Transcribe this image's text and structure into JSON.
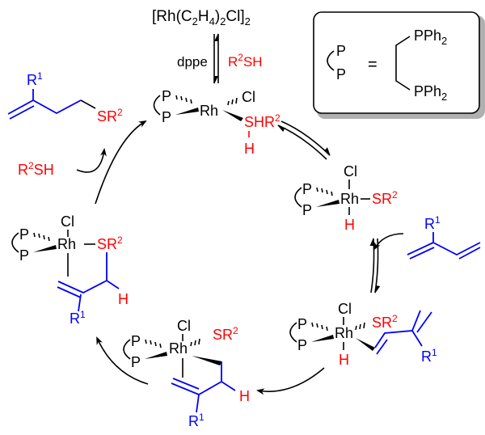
{
  "title": "Rh-catalyzed hydrothiolation of 1,3-dienes catalytic cycle",
  "colors": {
    "ink": "#000000",
    "sulfur_group": "#ff0000",
    "diene_fragment": "#0000ff",
    "legend_shadow": "#b0b0b0"
  },
  "precatalyst": {
    "base": "[Rh(C",
    "s1": "2",
    "mid": "H",
    "s2": "4",
    "close1": ")",
    "s3": "2",
    "tail": "Cl]",
    "s4": "2"
  },
  "reagents": {
    "ligand": "dppe",
    "thiol_R": "R",
    "thiol_sup": "2",
    "thiol_SH": "SH"
  },
  "legend": {
    "P": "P",
    "equals": "=",
    "PPh": "PPh",
    "sub": "2"
  },
  "complexes": {
    "c1": {
      "Rh": "Rh",
      "Cl": "Cl",
      "P": "P",
      "S": "S",
      "HR": "HR",
      "sup": "2",
      "H": "H"
    },
    "c2": {
      "Rh": "Rh",
      "Cl": "Cl",
      "P": "P",
      "SR": "SR",
      "sup": "2",
      "H": "H"
    },
    "c3": {
      "Rh": "Rh",
      "Cl": "Cl",
      "P": "P",
      "SR": "SR",
      "sup": "2",
      "H": "H",
      "R": "R",
      "rsup": "1"
    },
    "c4": {
      "Rh": "Rh",
      "Cl": "Cl",
      "P": "P",
      "SR": "SR",
      "sup": "2",
      "H": "H",
      "R": "R",
      "rsup": "1"
    },
    "c5": {
      "Rh": "Rh",
      "Cl": "Cl",
      "P": "P",
      "SR": "SR",
      "sup": "2",
      "H": "H",
      "R": "R",
      "rsup": "1"
    }
  },
  "product": {
    "R": "R",
    "rsup": "1",
    "SR": "SR",
    "sup": "2"
  },
  "diene": {
    "R": "R",
    "rsup": "1"
  },
  "thiol_in": {
    "R": "R",
    "sup": "2",
    "SH": "SH"
  }
}
